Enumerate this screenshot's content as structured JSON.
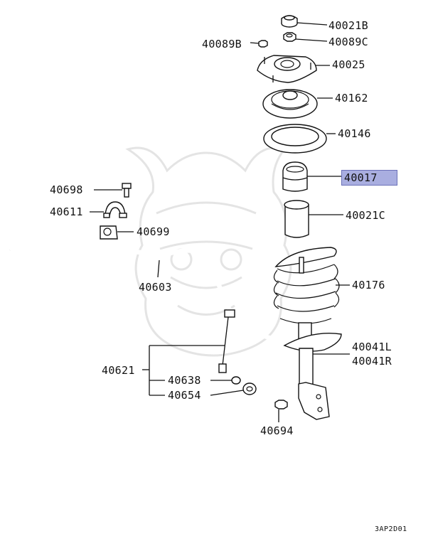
{
  "diagram": {
    "diagram_code": "3AP2D01",
    "highlighted_part": "40017",
    "parts": [
      {
        "id": "p-40021b",
        "label": "40021B"
      },
      {
        "id": "p-40089c",
        "label": "40089C"
      },
      {
        "id": "p-40089b",
        "label": "40089B"
      },
      {
        "id": "p-40025",
        "label": "40025"
      },
      {
        "id": "p-40162",
        "label": "40162"
      },
      {
        "id": "p-40146",
        "label": "40146"
      },
      {
        "id": "p-40017",
        "label": "40017"
      },
      {
        "id": "p-40021c",
        "label": "40021C"
      },
      {
        "id": "p-40176",
        "label": "40176"
      },
      {
        "id": "p-40041l",
        "label": "40041L"
      },
      {
        "id": "p-40041r",
        "label": "40041R"
      },
      {
        "id": "p-40698",
        "label": "40698"
      },
      {
        "id": "p-40611",
        "label": "40611"
      },
      {
        "id": "p-40699",
        "label": "40699"
      },
      {
        "id": "p-40603",
        "label": "40603"
      },
      {
        "id": "p-40621",
        "label": "40621"
      },
      {
        "id": "p-40638",
        "label": "40638"
      },
      {
        "id": "p-40654",
        "label": "40654"
      },
      {
        "id": "p-40694",
        "label": "40694"
      }
    ],
    "colors": {
      "line": "#111111",
      "highlight": "#a9aee0",
      "watermark": "#e6e6e6"
    }
  }
}
